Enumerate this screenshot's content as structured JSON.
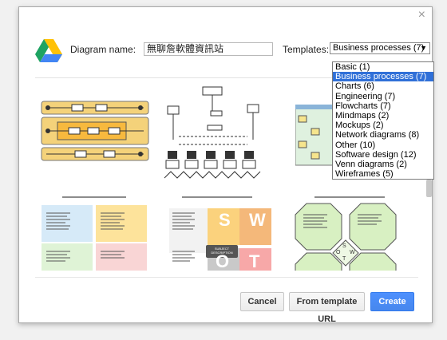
{
  "dialog": {
    "close_label": "×",
    "diagram_name_label": "Diagram name:",
    "diagram_name_value": "無聊詹軟體資訊站",
    "templates_label": "Templates:",
    "templates_selected": "Business processes (7)",
    "templates_options": [
      "Basic (1)",
      "Business processes (7)",
      "Charts (6)",
      "Engineering (7)",
      "Flowcharts (7)",
      "Mindmaps (2)",
      "Mockups (2)",
      "Network diagrams (8)",
      "Other (10)",
      "Software design (12)",
      "Venn diagrams (2)",
      "Wireframes (5)"
    ],
    "swot_letters": [
      "S",
      "W",
      "O",
      "T"
    ],
    "mini_swot": [
      "S",
      "W",
      "O",
      "T"
    ],
    "subject_label": "SUBJECT DESCRIPTION",
    "buttons": {
      "cancel": "Cancel",
      "from_url": "From template URL",
      "create": "Create"
    }
  },
  "colors": {
    "primary": "#4d90fe",
    "selected_option": "#3070d8",
    "swimlane": "#f4d27a"
  }
}
